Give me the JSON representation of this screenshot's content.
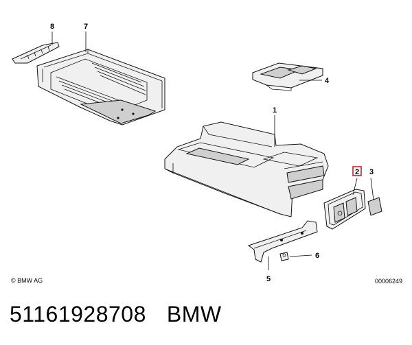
{
  "callouts": [
    {
      "id": "1",
      "highlighted": false
    },
    {
      "id": "2",
      "highlighted": true
    },
    {
      "id": "3",
      "highlighted": false
    },
    {
      "id": "4",
      "highlighted": false
    },
    {
      "id": "5",
      "highlighted": false
    },
    {
      "id": "6",
      "highlighted": false
    },
    {
      "id": "7",
      "highlighted": false
    },
    {
      "id": "8",
      "highlighted": false
    }
  ],
  "copyright": "© BMW AG",
  "drawing_number": "00006249",
  "footer": {
    "part_number": "51161928708",
    "brand": "BMW"
  },
  "colors": {
    "highlight": "#cc0000",
    "line": "#111111"
  }
}
